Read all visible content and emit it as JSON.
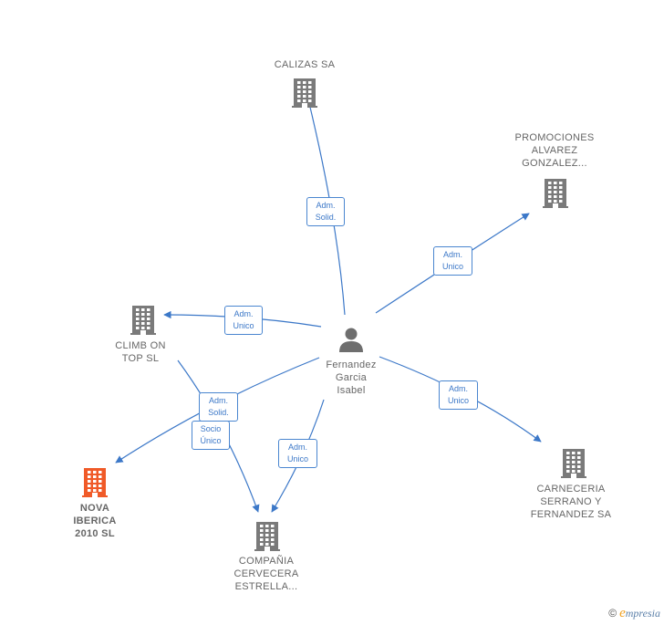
{
  "colors": {
    "edge": "#3c78c8",
    "building": "#7a7a7a",
    "building_highlight": "#f05a28",
    "person": "#6e6e6e"
  },
  "center": {
    "name_lines": [
      "Fernandez",
      "Garcia",
      "Isabel"
    ],
    "icon": "person-icon"
  },
  "nodes": [
    {
      "id": "calizas",
      "lines": [
        "CALIZAS SA"
      ],
      "icon": "building-icon"
    },
    {
      "id": "promociones",
      "lines": [
        "PROMOCIONES",
        "ALVAREZ",
        "GONZALEZ..."
      ],
      "icon": "building-icon"
    },
    {
      "id": "climb",
      "lines": [
        "CLIMB ON",
        "TOP SL"
      ],
      "icon": "building-icon"
    },
    {
      "id": "nova",
      "lines": [
        "NOVA",
        "IBERICA",
        "2010 SL"
      ],
      "icon": "building-icon",
      "highlight": true
    },
    {
      "id": "compania",
      "lines": [
        "COMPAÑIA",
        "CERVECERA",
        "ESTRELLA..."
      ],
      "icon": "building-icon"
    },
    {
      "id": "carneceria",
      "lines": [
        "CARNECERIA",
        "SERRANO Y",
        "FERNANDEZ SA"
      ],
      "icon": "building-icon"
    }
  ],
  "edges": [
    {
      "to": "calizas",
      "label": [
        "Adm.",
        "Solid."
      ]
    },
    {
      "to": "promociones",
      "label": [
        "Adm.",
        "Unico"
      ]
    },
    {
      "to": "climb",
      "label": [
        "Adm.",
        "Unico"
      ]
    },
    {
      "to": "nova",
      "label": [
        "Adm.",
        "Solid."
      ]
    },
    {
      "to": "compania",
      "label": [
        "Adm.",
        "Unico"
      ]
    },
    {
      "to": "carneceria",
      "label": [
        "Adm.",
        "Unico"
      ]
    },
    {
      "from": "climb",
      "to": "compania",
      "label": [
        "Socio",
        "Único"
      ]
    }
  ],
  "watermark": {
    "copyright": "©",
    "brand_initial": "e",
    "brand_rest": "mpresia"
  }
}
